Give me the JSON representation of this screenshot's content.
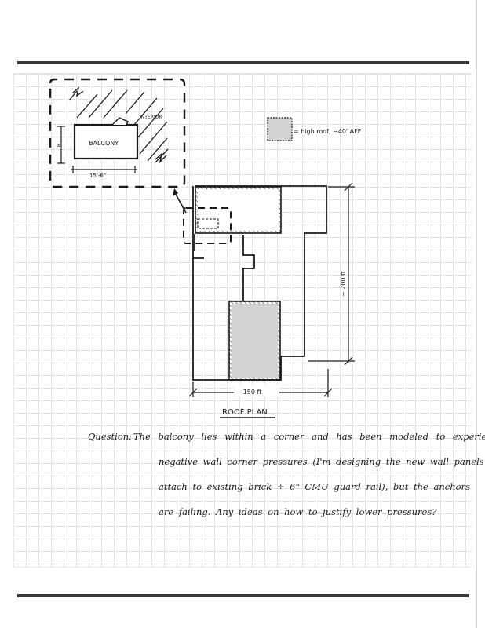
{
  "drawing": {
    "inset": {
      "balcony_label": "BALCONY",
      "interior_label": "INTERIOR",
      "width_dim": "15'-6\"",
      "height_dim": "8'"
    },
    "legend": {
      "text": "= high roof, ~40' AFF"
    },
    "plan": {
      "length_dim": "~ 200 ft",
      "width_dim": "~150 ft",
      "title": "ROOF PLAN"
    }
  },
  "question": {
    "label": "Question:",
    "lines": [
      "The balcony lies within a corner and has been modeled to experience",
      "negative wall corner pressures (I'm designing the new wall panels to",
      "attach to existing brick ÷ 6\" CMU guard rail), but the anchors",
      "are failing. Any ideas on how to justify lower pressures?"
    ]
  },
  "colors": {
    "ink": "#1a1a1a",
    "high_roof_fill": "#d3d3d3",
    "grid": "#e3e3e3",
    "rule": "#3a3a3a"
  }
}
